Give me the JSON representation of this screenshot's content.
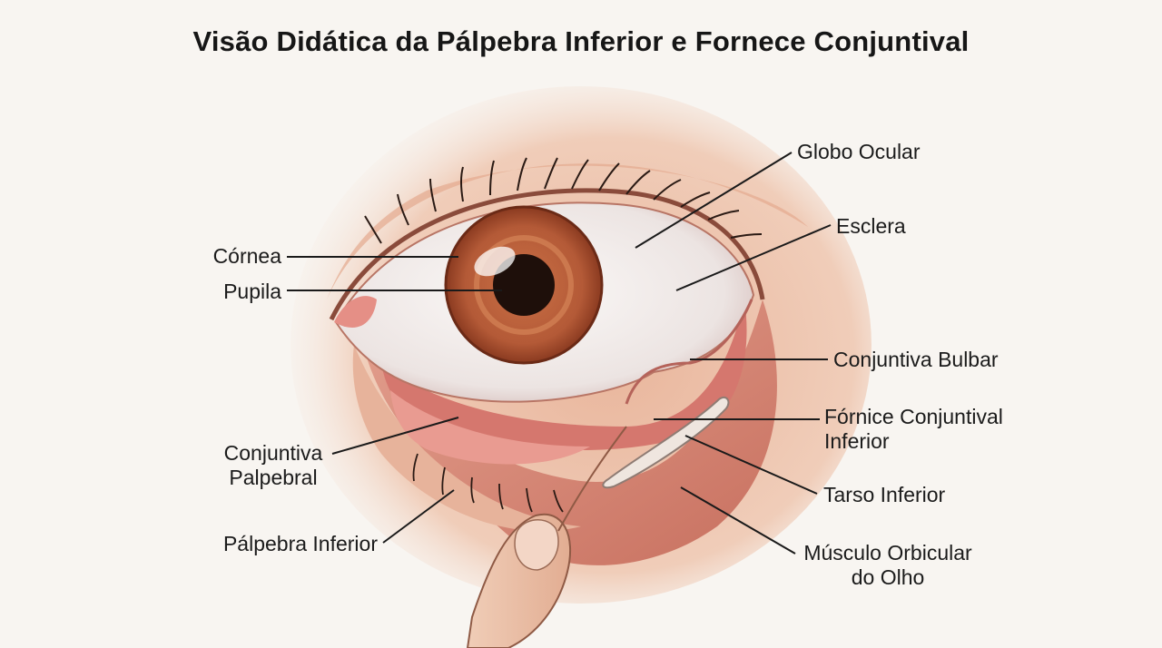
{
  "title": "Visão Didática da Pálpebra Inferior e Fornece Conjuntival",
  "labels": {
    "globo_ocular": "Globo Ocular",
    "esclera": "Esclera",
    "cornea": "Córnea",
    "pupila": "Pupila",
    "conjuntiva_bulbar": "Conjuntiva Bulbar",
    "fornice_line1": "Fórnice Conjuntival",
    "fornice_line2": "Inferior",
    "conjuntiva_palpebral_line1": "Conjuntiva",
    "conjuntiva_palpebral_line2": "Palpebral",
    "tarso_inferior": "Tarso Inferior",
    "palpebra_inferior": "Pálpebra Inferior",
    "musculo_line1": "Músculo Orbicular",
    "musculo_line2": "do Olho"
  },
  "colors": {
    "skin": "#e8b9a0",
    "skin_light": "#f3d6c6",
    "iris": "#b8603c",
    "pupil": "#1e0f0a",
    "sclera": "#f4f0ee",
    "conjunctiva": "#e08a82",
    "muscle": "#d4847a",
    "line": "#1a1a1a"
  }
}
